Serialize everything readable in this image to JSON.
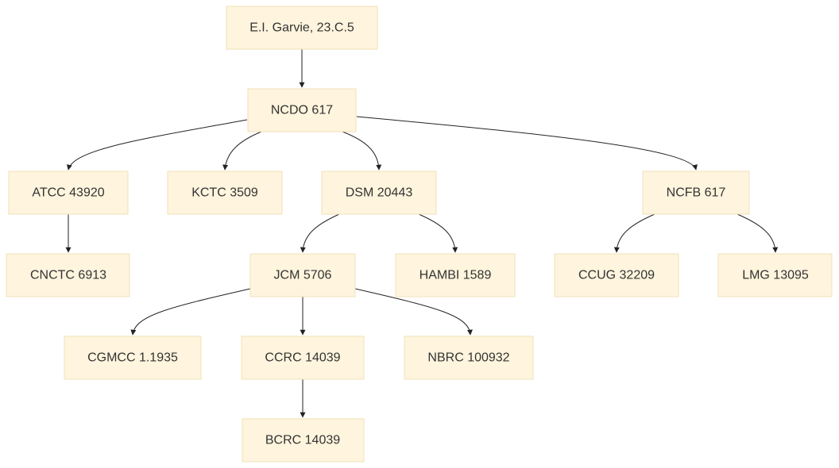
{
  "diagram": {
    "nodes": {
      "garvie": "E.I. Garvie, 23.C.5",
      "ncdo": "NCDO 617",
      "atcc": "ATCC 43920",
      "kctc": "KCTC 3509",
      "dsm": "DSM 20443",
      "ncfb": "NCFB 617",
      "cnctc": "CNCTC 6913",
      "jcm": "JCM 5706",
      "hambi": "HAMBI 1589",
      "ccug": "CCUG 32209",
      "lmg": "LMG 13095",
      "cgmcc": "CGMCC 1.1935",
      "ccrc": "CCRC 14039",
      "nbrc": "NBRC 100932",
      "bcrc": "BCRC 14039"
    },
    "edges": [
      [
        "garvie",
        "ncdo"
      ],
      [
        "ncdo",
        "atcc"
      ],
      [
        "ncdo",
        "kctc"
      ],
      [
        "ncdo",
        "dsm"
      ],
      [
        "ncdo",
        "ncfb"
      ],
      [
        "atcc",
        "cnctc"
      ],
      [
        "dsm",
        "jcm"
      ],
      [
        "dsm",
        "hambi"
      ],
      [
        "ncfb",
        "ccug"
      ],
      [
        "ncfb",
        "lmg"
      ],
      [
        "jcm",
        "cgmcc"
      ],
      [
        "jcm",
        "ccrc"
      ],
      [
        "jcm",
        "nbrc"
      ],
      [
        "ccrc",
        "bcrc"
      ]
    ],
    "colors": {
      "node_fill": "#fff4dd",
      "node_stroke": "#f0e2b8",
      "edge": "#222222",
      "text": "#333333"
    }
  }
}
